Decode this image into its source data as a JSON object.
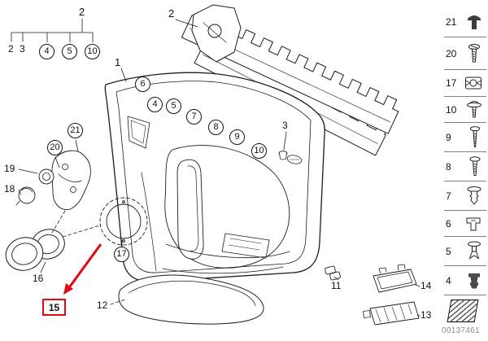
{
  "callouts": {
    "top_group": {
      "parent": "2",
      "leaf_2": "2",
      "leaf_3": "3",
      "leaf_4": "4",
      "leaf_5": "5",
      "leaf_10": "10"
    },
    "panel": {
      "label_1": "1",
      "label_2": "2",
      "c6": "6",
      "c4": "4",
      "c5": "5",
      "c7": "7",
      "c8": "8",
      "c9": "9",
      "c10": "10",
      "label_3": "3"
    },
    "left": {
      "c21": "21",
      "c20": "20",
      "label_19": "19",
      "label_18": "18",
      "c17": "17",
      "label_16": "16"
    },
    "bottom": {
      "label_12": "12",
      "label_11": "11",
      "label_14": "14",
      "label_13": "13"
    }
  },
  "highlight": {
    "label": "15",
    "color": "#e30613"
  },
  "sidebar": {
    "items": [
      {
        "number": "21",
        "icon": "blind-rivet-icon"
      },
      {
        "number": "20",
        "icon": "screw-icon"
      },
      {
        "number": "17",
        "icon": "speed-nut-icon"
      },
      {
        "number": "10",
        "icon": "screw-washer-icon"
      },
      {
        "number": "9",
        "icon": "long-screw-icon"
      },
      {
        "number": "8",
        "icon": "tapping-screw-icon"
      },
      {
        "number": "7",
        "icon": "expanding-plug-icon"
      },
      {
        "number": "6",
        "icon": "spring-clip-icon"
      },
      {
        "number": "5",
        "icon": "expanding-rivet-icon"
      },
      {
        "number": "4",
        "icon": "expanding-nut-icon"
      }
    ]
  },
  "footer": {
    "doc_number": "00137461",
    "plate_icon": "hatched-plate-icon"
  }
}
